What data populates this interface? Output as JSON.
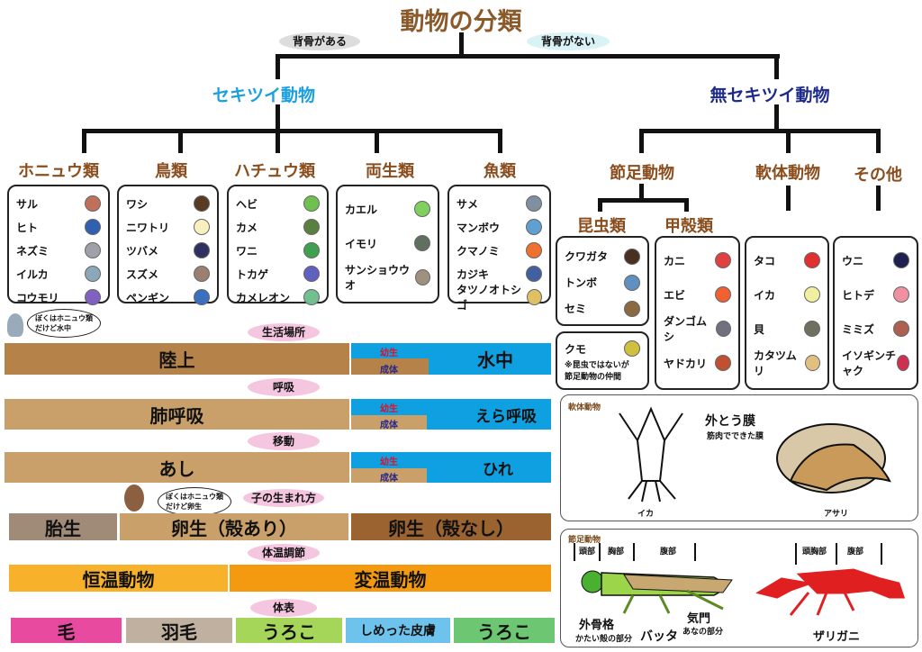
{
  "title": "動物の分類",
  "branch": {
    "yes": "背骨がある",
    "no": "背骨がない"
  },
  "vertebrates": {
    "label": "セキツイ動物",
    "color": "#1a9fe0",
    "classes": [
      {
        "name": "ホニュウ類",
        "items": [
          {
            "n": "サル",
            "c": "#c0705a"
          },
          {
            "n": "ヒト",
            "c": "#3060b0"
          },
          {
            "n": "ネズミ",
            "c": "#a0a0a8"
          },
          {
            "n": "イルカ",
            "c": "#8aa8b8"
          },
          {
            "n": "コウモリ",
            "c": "#8060c0"
          }
        ]
      },
      {
        "name": "鳥類",
        "items": [
          {
            "n": "ワシ",
            "c": "#5a3a20"
          },
          {
            "n": "ニワトリ",
            "c": "#f8f0c0"
          },
          {
            "n": "ツバメ",
            "c": "#303060"
          },
          {
            "n": "スズメ",
            "c": "#9a8070"
          },
          {
            "n": "ペンギン",
            "c": "#3a70c0"
          }
        ]
      },
      {
        "name": "ハチュウ類",
        "items": [
          {
            "n": "ヘビ",
            "c": "#70c050"
          },
          {
            "n": "カメ",
            "c": "#5a8040"
          },
          {
            "n": "ワニ",
            "c": "#40a050"
          },
          {
            "n": "トカゲ",
            "c": "#6060c0"
          },
          {
            "n": "カメレオン",
            "c": "#70c090"
          }
        ]
      },
      {
        "name": "両生類",
        "items": [
          {
            "n": "カエル",
            "c": "#80d060"
          },
          {
            "n": "イモリ",
            "c": "#607060"
          },
          {
            "n": "サンショウウオ",
            "c": "#a09080"
          }
        ]
      },
      {
        "name": "魚類",
        "items": [
          {
            "n": "サメ",
            "c": "#8090a0"
          },
          {
            "n": "マンボウ",
            "c": "#60a0d0"
          },
          {
            "n": "クマノミ",
            "c": "#f07030"
          },
          {
            "n": "カジキ",
            "c": "#4060a0"
          },
          {
            "n": "タツノオトシゴ",
            "c": "#e0c060"
          }
        ]
      }
    ]
  },
  "invertebrates": {
    "label": "無セキツイ動物",
    "color": "#1d2a8a",
    "groups": [
      "節足動物",
      "軟体動物",
      "その他"
    ],
    "arthropod_sub": [
      "昆虫類",
      "甲殻類"
    ],
    "insects": [
      {
        "n": "クワガタ",
        "c": "#4a3020"
      },
      {
        "n": "トンボ",
        "c": "#6090c0"
      },
      {
        "n": "セミ",
        "c": "#8a6a40"
      }
    ],
    "spider": {
      "n": "クモ",
      "note1": "※昆虫ではないが",
      "note2": "節足動物の仲間",
      "c": "#d0c040"
    },
    "crustaceans": [
      {
        "n": "カニ",
        "c": "#e04040"
      },
      {
        "n": "エビ",
        "c": "#f06030"
      },
      {
        "n": "ダンゴムシ",
        "c": "#707080"
      },
      {
        "n": "ヤドカリ",
        "c": "#c05030"
      }
    ],
    "mollusks": [
      {
        "n": "タコ",
        "c": "#e03030"
      },
      {
        "n": "イカ",
        "c": "#f0f0a0"
      },
      {
        "n": "貝",
        "c": "#707060"
      },
      {
        "n": "カタツムリ",
        "c": "#e0c080"
      }
    ],
    "others": [
      {
        "n": "ウニ",
        "c": "#202050"
      },
      {
        "n": "ヒトデ",
        "c": "#f090a0"
      },
      {
        "n": "ミミズ",
        "c": "#b06050"
      },
      {
        "n": "イソギンチャク",
        "c": "#d03050"
      }
    ]
  },
  "features": {
    "habitat": {
      "label": "生活場所",
      "land": "陸上",
      "water": "水中",
      "larva": "幼生",
      "adult": "成体"
    },
    "breathing": {
      "label": "呼吸",
      "lung": "肺呼吸",
      "gill": "えら呼吸",
      "larva": "幼生",
      "adult": "成体"
    },
    "movement": {
      "label": "移動",
      "legs": "あし",
      "fins": "ひれ",
      "larva": "幼生",
      "adult": "成体"
    },
    "birth": {
      "label": "子の生まれ方",
      "viviparous": "胎生",
      "shelled": "卵生（殻あり）",
      "unshelled": "卵生（殻なし）"
    },
    "temperature": {
      "label": "体温調節",
      "warm": "恒温動物",
      "cold": "変温動物"
    },
    "skin": {
      "label": "体表",
      "items": [
        "毛",
        "羽毛",
        "うろこ",
        "しめった皮膚",
        "うろこ"
      ]
    }
  },
  "notes": {
    "dolphin1": "ぼくはホニュウ類",
    "dolphin2": "だけど水中",
    "platypus1": "ぼくはホニュウ類",
    "platypus2": "だけど卵生"
  },
  "mollusk_panel": {
    "title": "軟体動物",
    "mantle": "外とう膜",
    "mantle_note": "筋肉でできた膜",
    "squid": "イカ",
    "clam": "アサリ"
  },
  "arthropod_panel": {
    "title": "節足動物",
    "head": "頭部",
    "thorax": "胸部",
    "abdomen": "腹部",
    "cephalothorax": "頭胸部",
    "abdomen2": "腹部",
    "exo": "外骨格",
    "exo_note": "かたい殻の部分",
    "grasshopper": "バッタ",
    "spiracle": "気門",
    "spiracle_note": "あなの部分",
    "crayfish": "ザリガニ"
  }
}
